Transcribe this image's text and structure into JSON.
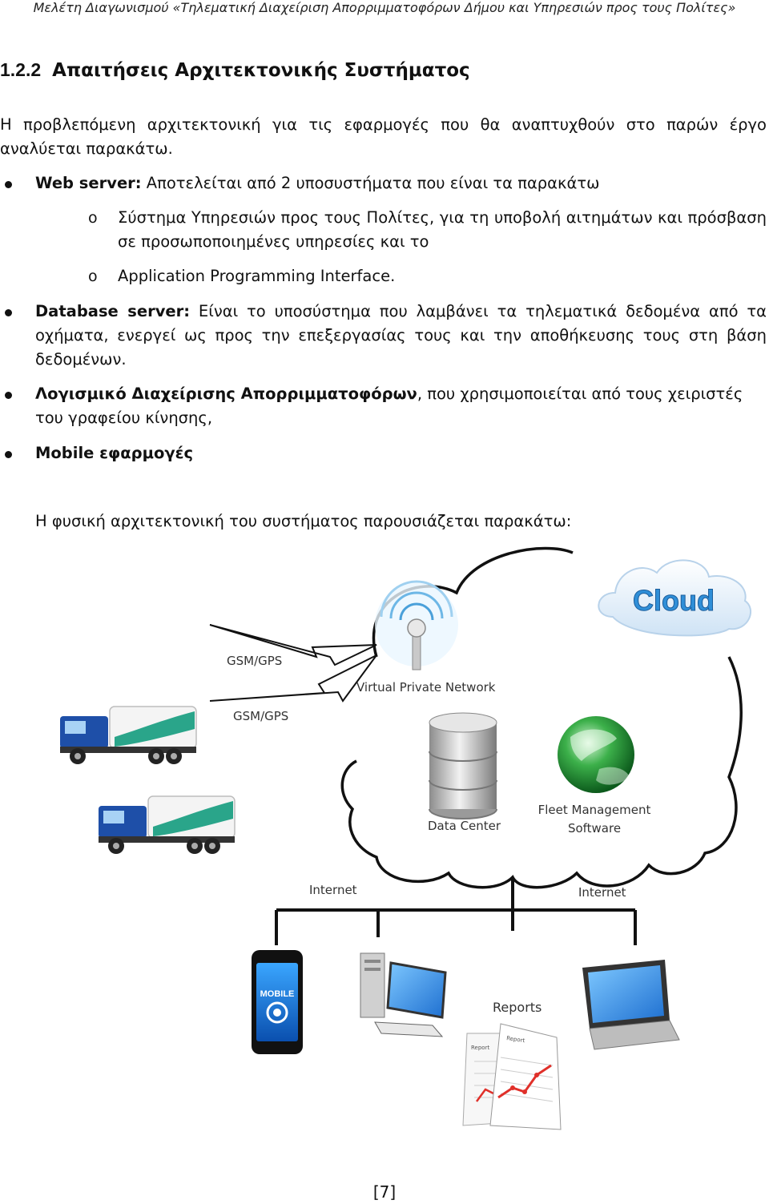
{
  "header": "Μελέτη Διαγωνισμού «Τηλεματική Διαχείριση Απορριμματοφόρων Δήμου και Υπηρεσιών προς τους Πολίτες»",
  "section": {
    "number": "1.2.2",
    "title": "Απαιτήσεις Αρχιτεκτονικής Συστήματος"
  },
  "intro": "Η προβλεπόμενη αρχιτεκτονική για τις εφαρμογές που θα αναπτυχθούν στο παρών έργο αναλύεται παρακάτω.",
  "bullets": [
    {
      "bold": "Web server:",
      "text": " Αποτελείται από 2 υποσυστήματα που είναι τα παρακάτω"
    },
    {
      "bold": "Database server:",
      "text": " Είναι το υποσύστημα που λαμβάνει τα τηλεματικά δεδομένα από τα οχήματα, ενεργεί ως προς την επεξεργασίας τους και την αποθήκευσης τους στη βάση δεδομένων."
    },
    {
      "bold": "Λογισμικό Διαχείρισης Απορριμματοφόρων",
      "text": ", που χρησιμοποιείται από τους χειριστές του γραφείου κίνησης,"
    },
    {
      "bold": "Mobile εφαρμογές",
      "text": ""
    }
  ],
  "subitems": [
    {
      "marker": "o",
      "text": "Σύστημα Υπηρεσιών προς τους Πολίτες, για τη υποβολή αιτημάτων και πρόσβαση σε προσωποποιημένες υπηρεσίες και το"
    },
    {
      "marker": "o",
      "text": "Application Programming Interface."
    }
  ],
  "physical_intro": "Η φυσική αρχιτεκτονική του συστήματος παρουσιάζεται παρακάτω:",
  "diagram": {
    "cloud_badge": "Cloud",
    "gsm1": "GSM/GPS",
    "gsm2": "GSM/GPS",
    "vpn": "Virtual Private Network",
    "data_center": "Data Center",
    "fleet_line1": "Fleet Management",
    "fleet_line2": "Software",
    "internet_left": "Internet",
    "internet_right": "Internet",
    "mobile": "MOBILE",
    "reports": "Reports",
    "report_label1": "Report",
    "report_label2": "Report"
  },
  "page_number": "[7]",
  "colors": {
    "cloud_blue": "#2f8fd8",
    "chart_red": "#e0302a",
    "truck_cab": "#1e4fa8",
    "truck_body_green": "#2aa58a"
  }
}
